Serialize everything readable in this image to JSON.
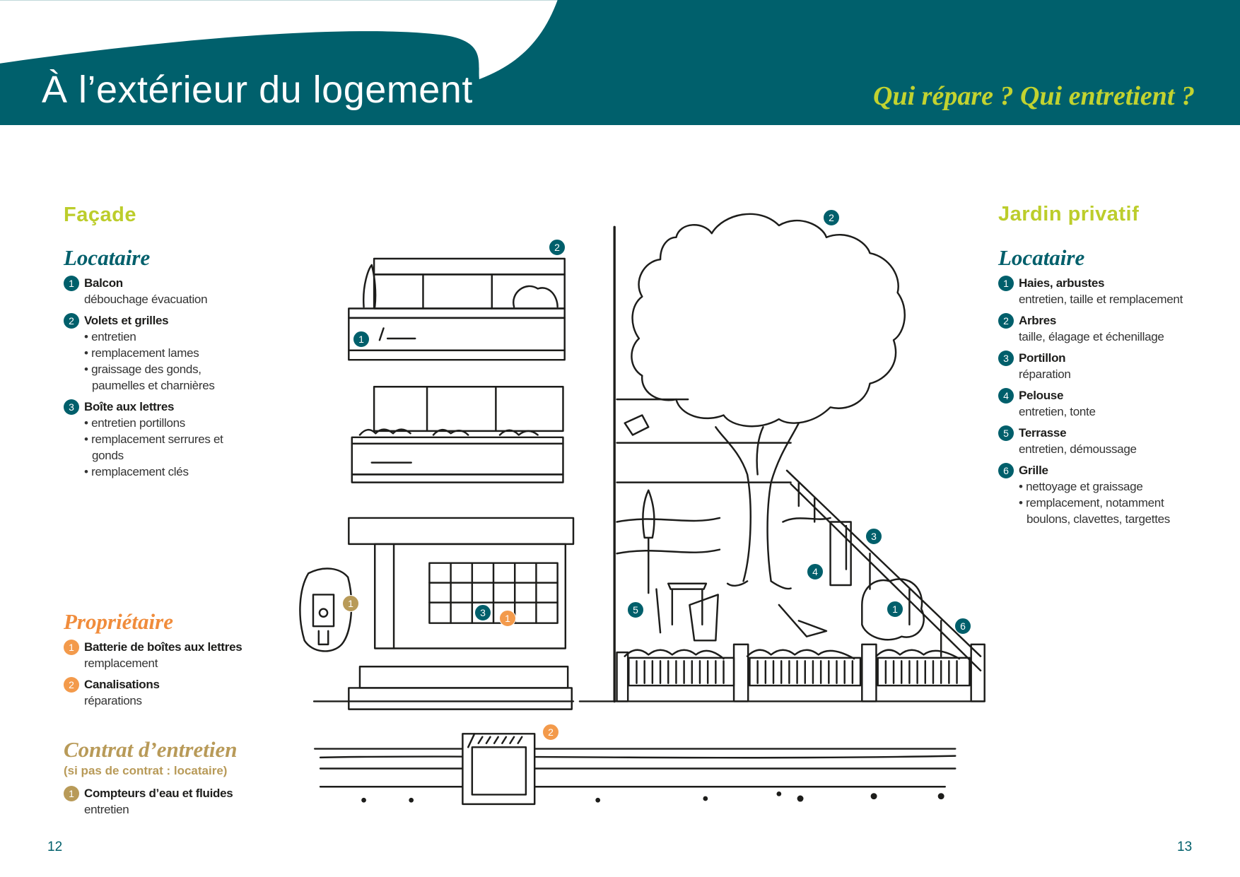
{
  "header": {
    "title": "À l’extérieur du logement",
    "subtitle": "Qui répare ? Qui entretient ?"
  },
  "facade": {
    "heading": "Façade",
    "locataire": {
      "heading": "Locataire",
      "items": [
        {
          "num": "1",
          "title": "Balcon",
          "desc": "débouchage évacuation"
        },
        {
          "num": "2",
          "title": "Volets et grilles",
          "bullets": [
            "entretien",
            "remplacement lames",
            "graissage des gonds, paumelles et charnières"
          ]
        },
        {
          "num": "3",
          "title": "Boîte aux lettres",
          "bullets": [
            "entretien portillons",
            "remplacement serrures et gonds",
            "remplacement clés"
          ]
        }
      ]
    },
    "proprietaire": {
      "heading": "Propriétaire",
      "items": [
        {
          "num": "1",
          "title": "Batterie de boîtes aux lettres",
          "desc": "remplacement"
        },
        {
          "num": "2",
          "title": "Canalisations",
          "desc": "réparations"
        }
      ]
    },
    "contrat": {
      "heading": "Contrat d’entretien",
      "note": "(si pas de contrat : locataire)",
      "items": [
        {
          "num": "1",
          "title": "Compteurs d’eau et fluides",
          "desc": "entretien"
        }
      ]
    }
  },
  "jardin": {
    "heading": "Jardin privatif",
    "locataire": {
      "heading": "Locataire",
      "items": [
        {
          "num": "1",
          "title": "Haies, arbustes",
          "desc": "entretien, taille et remplacement"
        },
        {
          "num": "2",
          "title": "Arbres",
          "desc": "taille, élagage et échenillage"
        },
        {
          "num": "3",
          "title": "Portillon",
          "desc": "réparation"
        },
        {
          "num": "4",
          "title": "Pelouse",
          "desc": "entretien, tonte"
        },
        {
          "num": "5",
          "title": "Terrasse",
          "desc": "entretien, démoussage"
        },
        {
          "num": "6",
          "title": "Grille",
          "bullets": [
            "nettoyage et graissage",
            "remplacement, notamment boulons, clavettes, targettes"
          ]
        }
      ]
    }
  },
  "markers": {
    "balcony_shutter": "2",
    "balcony": "1",
    "mailbox_tenant": "3",
    "mailbox_owner": "1",
    "meter": "1",
    "pipes": "2",
    "tree": "2",
    "gate": "3",
    "lawn": "4",
    "terrace": "5",
    "hedge": "1",
    "fence": "6"
  },
  "pages": {
    "left": "12",
    "right": "13"
  },
  "colors": {
    "teal": "#005f6b",
    "lime": "#bccd2b",
    "orange": "#f39a4b",
    "gold": "#b89a58"
  }
}
